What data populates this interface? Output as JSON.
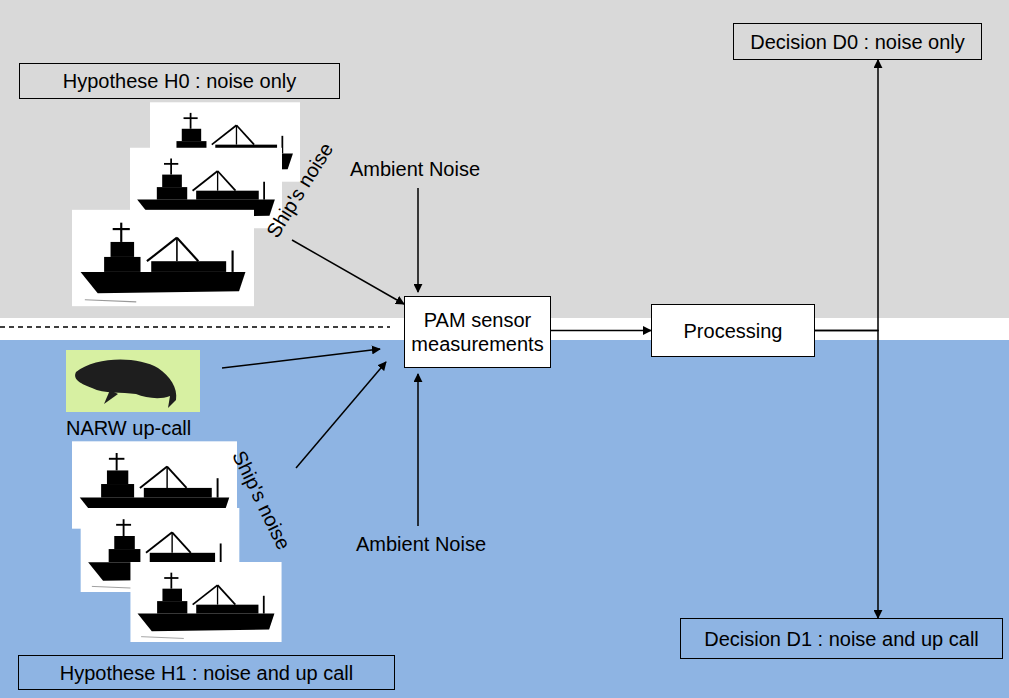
{
  "diagram": {
    "nodes": [
      {
        "text": [
          "Hypothese H0 : noise only"
        ]
      },
      {
        "text": [
          "Decision D0 : noise only"
        ]
      },
      {
        "text": [
          "PAM sensor measurements"
        ]
      },
      {
        "text": [
          "Processing"
        ]
      },
      {
        "text": [
          "Decision D1 : noise and up call"
        ]
      },
      {
        "text": [
          "Hypothese H1 : noise and up call"
        ]
      }
    ],
    "edges": [
      {
        "from": 2,
        "to": 3,
        "arrow": "to"
      },
      {
        "from": 3,
        "to": 1,
        "arrow": "to"
      },
      {
        "from": 3,
        "to": 4,
        "arrow": "to"
      }
    ],
    "labels": [
      "Ambient Noise",
      "Ship's noise",
      "NARW up-call",
      "Ship's noise",
      "Ambient Noise"
    ]
  }
}
